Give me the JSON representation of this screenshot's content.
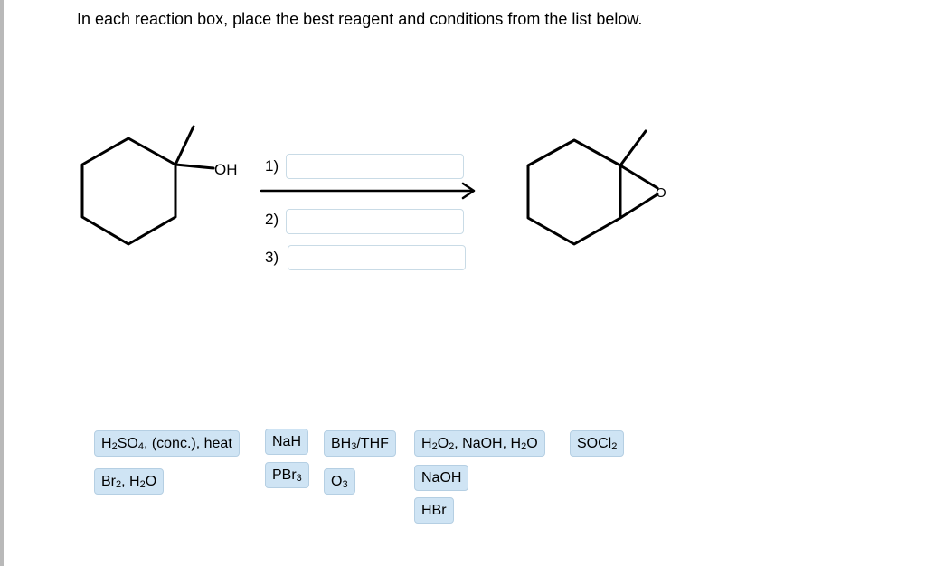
{
  "instructions": "In each reaction box, place the best reagent and conditions from the list below.",
  "reactant": {
    "group_label": "OH"
  },
  "product": {
    "ring_oxygen_label": "O"
  },
  "steps": [
    {
      "label": "1)"
    },
    {
      "label": "2)"
    },
    {
      "label": "3)"
    }
  ],
  "reagents": {
    "h2so4_conc_heat": [
      "H",
      "2",
      "SO",
      "4",
      ", (conc.), heat"
    ],
    "nah": [
      "NaH"
    ],
    "bh3_thf": [
      "BH",
      "3",
      "/THF"
    ],
    "h2o2_naoh_h2o": [
      "H",
      "2",
      "O",
      "2",
      ", NaOH, H",
      "2",
      "O"
    ],
    "socl2": [
      "SOCl",
      "2"
    ],
    "br2_h2o": [
      "Br",
      "2",
      ", H",
      "2",
      "O"
    ],
    "pbr3": [
      "PBr",
      "3"
    ],
    "o3": [
      "O",
      "3"
    ],
    "naoh": [
      "NaOH"
    ],
    "hbr": [
      "HBr"
    ]
  }
}
